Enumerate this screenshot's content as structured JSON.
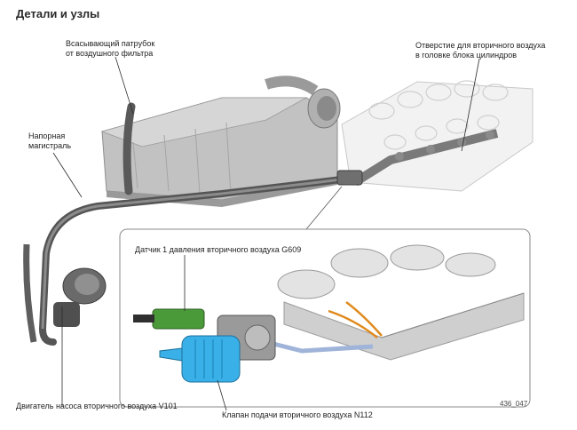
{
  "title": "Детали и узлы",
  "labels": {
    "intake_line1": "Всасывающий патрубок",
    "intake_line2": "от воздушного фильтра",
    "port_line1": "Отверстие для вторичного воздуха",
    "port_line2": "в головке блока цилиндров",
    "pressure_line1": "Напорная",
    "pressure_line2": "магистраль",
    "sensor": "Датчик 1 давления вторичного воздуха G609",
    "pump_motor": "Двигатель насоса вторичного воздуха V101",
    "valve": "Клапан подачи вторичного воздуха N112"
  },
  "figure_code": "436_047",
  "colors": {
    "engine": "#b8b8b8",
    "pipe": "#5a5a5a",
    "sensor": "#4a9a3a",
    "valve": "#3ab0e8",
    "callout_line": "#2b2b2b"
  }
}
